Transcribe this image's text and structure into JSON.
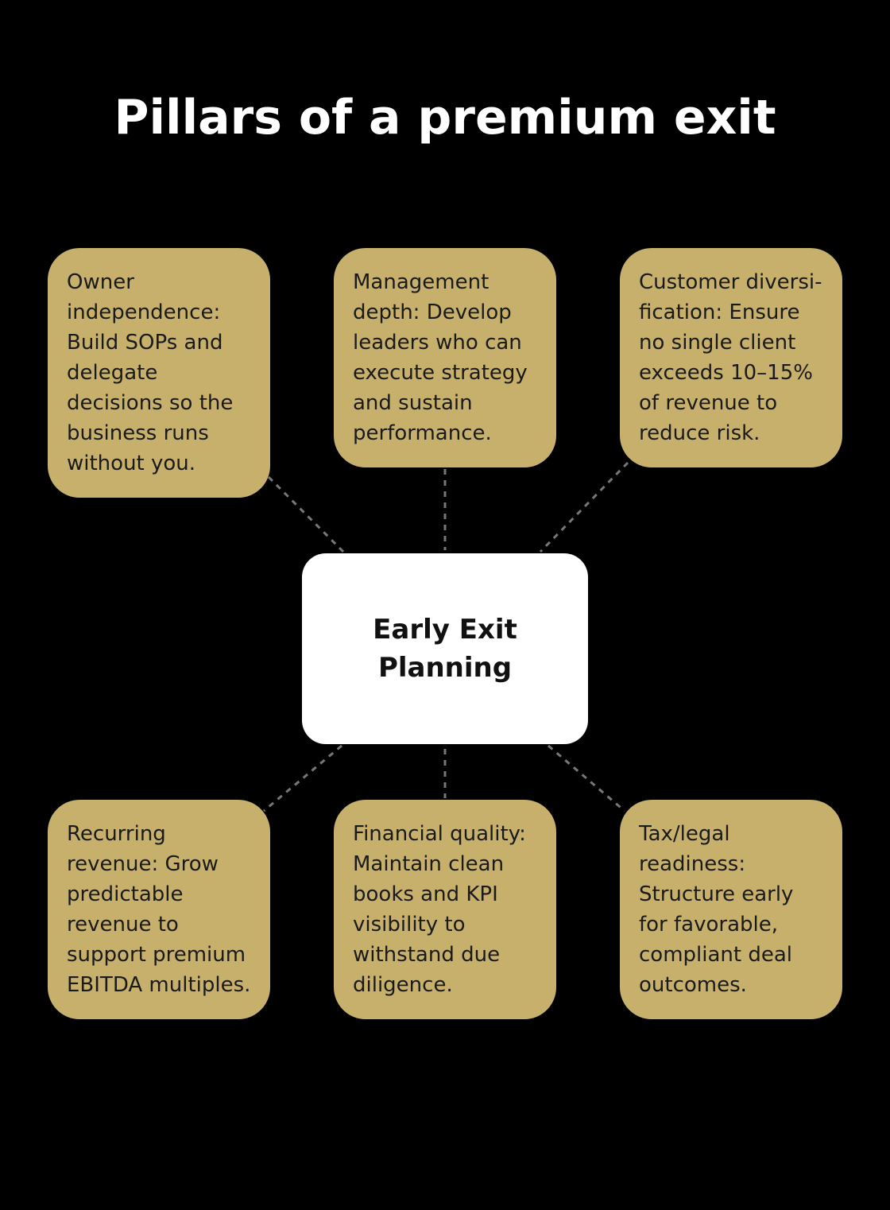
{
  "title": "Pillars of a premium exit",
  "center": {
    "label": "Early Exit Planning"
  },
  "pillars": [
    {
      "text": "Owner independence: Build SOPs and delegate decisions so the business runs without you."
    },
    {
      "text": "Management depth: Develop leaders who can execute strategy and sustain performance."
    },
    {
      "text": "Customer diversi-fication: Ensure no single client exceeds 10–15% of revenue to reduce risk."
    },
    {
      "text": "Recurring revenue: Grow predictable revenue to support premium EBITDA multiples."
    },
    {
      "text": "Financial quality: Maintain clean books and KPI visibility to withstand due diligence."
    },
    {
      "text": "Tax/legal readiness: Structure early for favorable, compliant deal outcomes."
    }
  ],
  "colors": {
    "background": "#000000",
    "pillar_fill": "#c6b06c",
    "center_fill": "#ffffff",
    "connector": "#777777"
  }
}
